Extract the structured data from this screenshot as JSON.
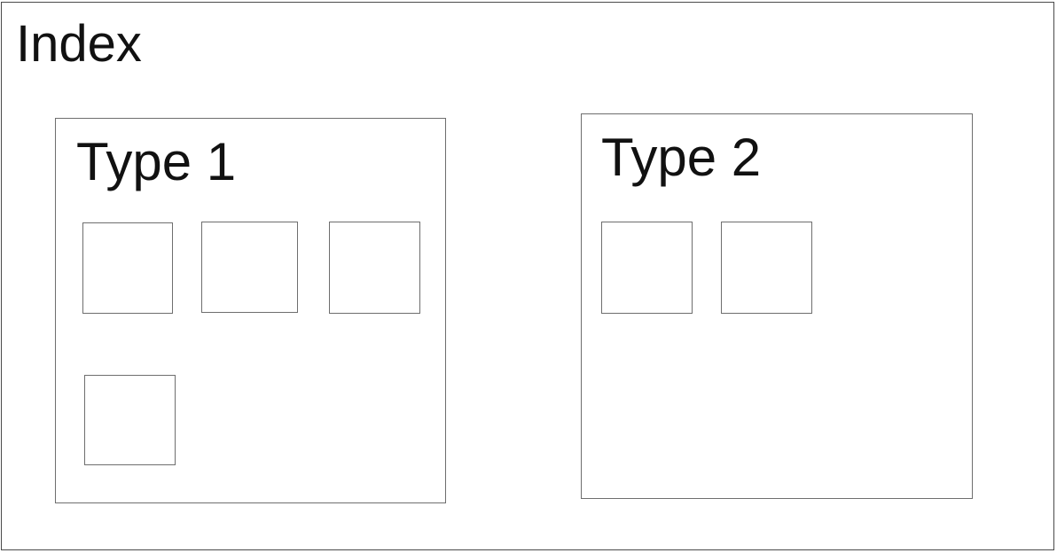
{
  "index": {
    "title": "Index"
  },
  "types": [
    {
      "title": "Type 1",
      "document_count": 4
    },
    {
      "title": "Type 2",
      "document_count": 2
    }
  ]
}
